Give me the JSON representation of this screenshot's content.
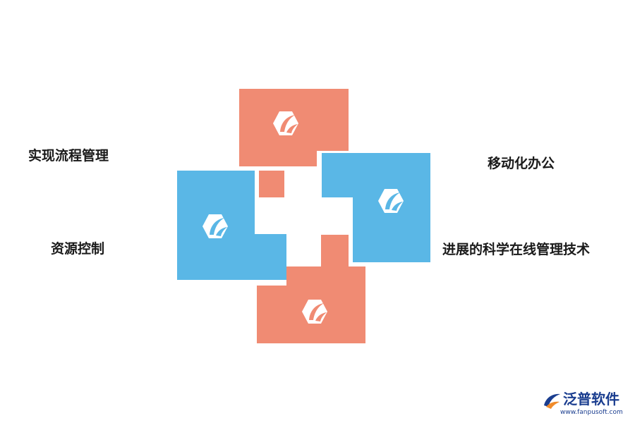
{
  "labels": {
    "top_left": "实现流程管理",
    "bottom_left": "资源控制",
    "top_right": "移动化办公",
    "bottom_right": "进展的科学在线管理技术"
  },
  "colors": {
    "salmon": "#f08b73",
    "blue": "#5ab7e6",
    "icon": "#ffffff",
    "brand_text": "#1a3d8f",
    "brand_accent": "#f08b2a"
  },
  "icons": {
    "block_icon": "leaf-hexagon-icon"
  },
  "brand": {
    "name": "泛普软件",
    "url": "www.fanpusoft.com"
  }
}
